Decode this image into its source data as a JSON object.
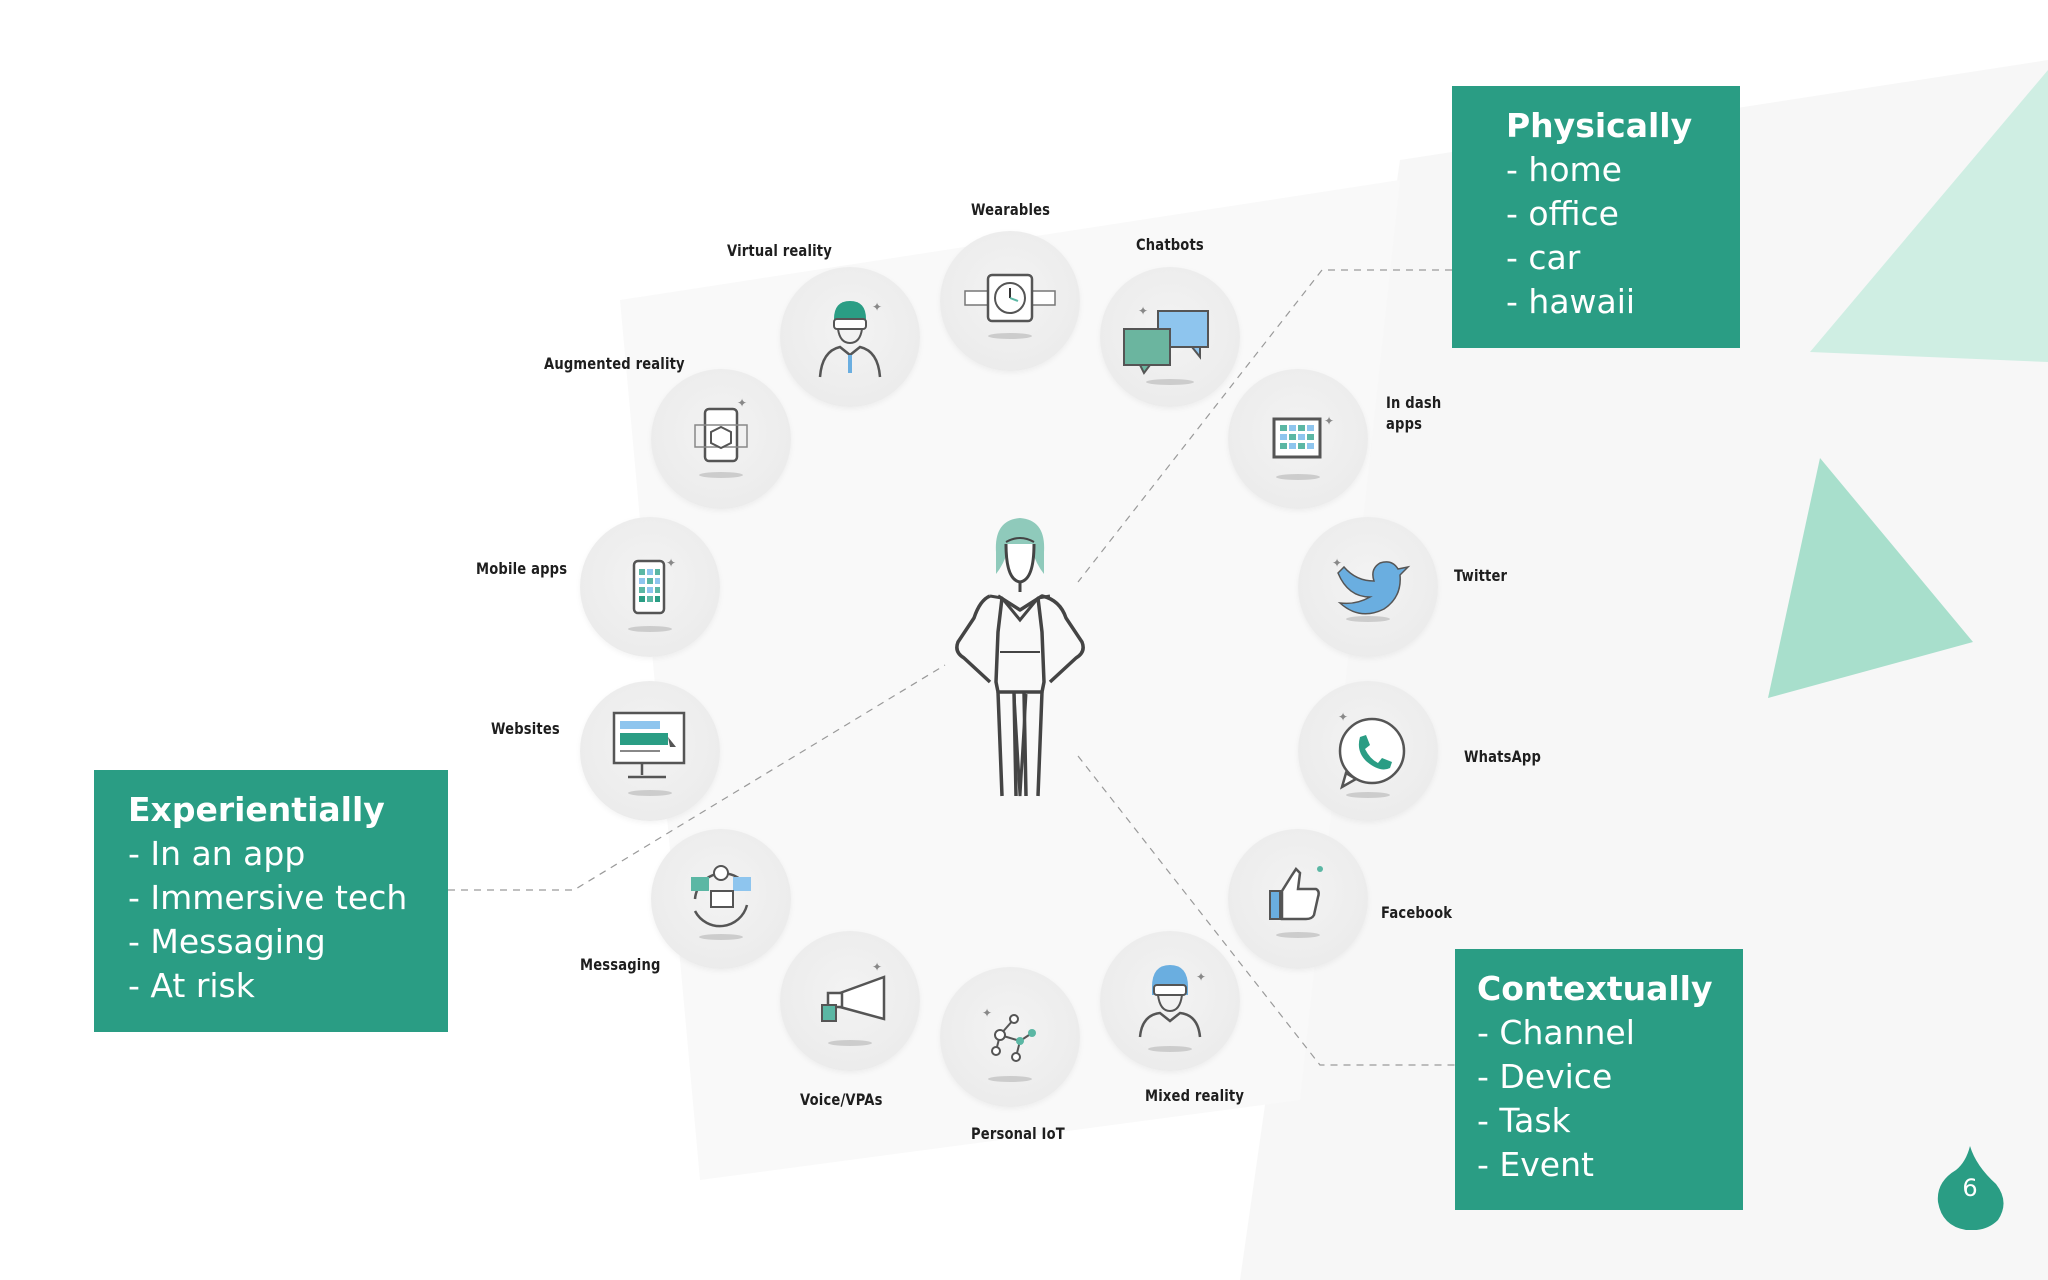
{
  "center": {
    "figure": "person-figure"
  },
  "channels": [
    {
      "id": "wearables",
      "label": "Wearables",
      "icon": "watch-icon"
    },
    {
      "id": "chatbots",
      "label": "Chatbots",
      "icon": "chat-bubbles-icon"
    },
    {
      "id": "in-dash-apps",
      "label": "In dash\napps",
      "icon": "dashboard-grid-icon"
    },
    {
      "id": "twitter",
      "label": "Twitter",
      "icon": "twitter-bird-icon"
    },
    {
      "id": "whatsapp",
      "label": "WhatsApp",
      "icon": "whatsapp-phone-icon"
    },
    {
      "id": "facebook",
      "label": "Facebook",
      "icon": "thumbs-up-icon"
    },
    {
      "id": "mixed-reality",
      "label": "Mixed reality",
      "icon": "headset-person-icon"
    },
    {
      "id": "personal-iot",
      "label": "Personal IoT",
      "icon": "network-nodes-icon"
    },
    {
      "id": "voice-vpas",
      "label": "Voice/VPAs",
      "icon": "megaphone-icon"
    },
    {
      "id": "messaging",
      "label": "Messaging",
      "icon": "sync-messages-icon"
    },
    {
      "id": "websites",
      "label": "Websites",
      "icon": "monitor-icon"
    },
    {
      "id": "mobile-apps",
      "label": "Mobile apps",
      "icon": "smartphone-icon"
    },
    {
      "id": "augmented-reality",
      "label": "Augmented reality",
      "icon": "ar-phone-cube-icon"
    },
    {
      "id": "virtual-reality",
      "label": "Virtual reality",
      "icon": "vr-person-icon"
    }
  ],
  "boxes": {
    "physically": {
      "title": "Physically",
      "items": [
        "- home",
        "- office",
        "- car",
        "- hawaii"
      ]
    },
    "experientially": {
      "title": "Experientially",
      "items": [
        "- In an app",
        "- Immersive tech",
        "- Messaging",
        "- At risk"
      ]
    },
    "contextually": {
      "title": "Contextually",
      "items": [
        "- Channel",
        "- Device",
        "- Task",
        "- Event"
      ]
    }
  },
  "page_number": "6",
  "colors": {
    "accent": "#2a9d84",
    "light_accent": "#a8dfcc",
    "icon_teal": "#5bb7a4",
    "icon_blue": "#6aaee0",
    "text": "#1e1e1e"
  }
}
